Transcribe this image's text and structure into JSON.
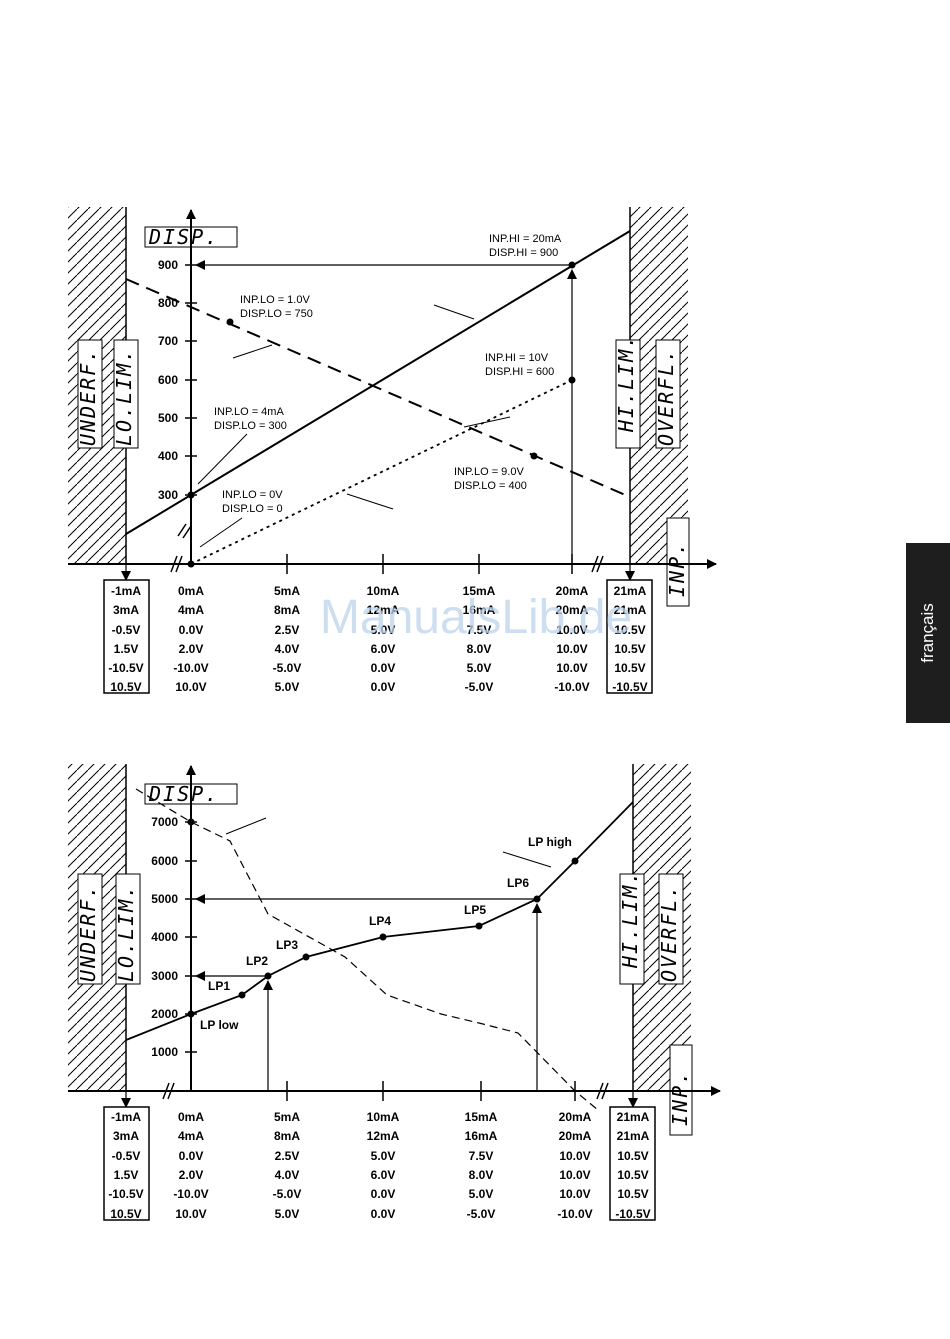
{
  "side_tab": "français",
  "watermark": "ManualsLib.de",
  "lcd": {
    "disp": "DISP.",
    "inp": "INP.",
    "underf": "UNDERF.",
    "lolim": "LO.LIM.",
    "hilim": "HI.LIM.",
    "overfl": "OVERFL."
  },
  "chart1": {
    "y_ticks": [
      "900",
      "800",
      "700",
      "600",
      "500",
      "400",
      "300"
    ],
    "annotations": {
      "a1": "INP.HI = 20mA",
      "a2": "DISP.HI = 900",
      "b1": "INP.LO = 1.0V",
      "b2": "DISP.LO = 750",
      "c1": "INP.HI = 10V",
      "c2": "DISP.HI = 600",
      "d1": "INP.LO = 4mA",
      "d2": "DISP.LO = 300",
      "e1": "INP.LO = 9.0V",
      "e2": "DISP.LO = 400",
      "f1": "INP.LO = 0V",
      "f2": "DISP.LO = 0"
    },
    "left_box": [
      "-1mA",
      "3mA",
      "-0.5V",
      "1.5V",
      "-10.5V",
      "10.5V"
    ],
    "columns": [
      [
        "0mA",
        "4mA",
        "0.0V",
        "2.0V",
        "-10.0V",
        "10.0V"
      ],
      [
        "5mA",
        "8mA",
        "2.5V",
        "4.0V",
        "-5.0V",
        "5.0V"
      ],
      [
        "10mA",
        "12mA",
        "5.0V",
        "6.0V",
        "0.0V",
        "0.0V"
      ],
      [
        "15mA",
        "16mA",
        "7.5V",
        "8.0V",
        "5.0V",
        "-5.0V"
      ],
      [
        "20mA",
        "20mA",
        "10.0V",
        "10.0V",
        "10.0V",
        "-10.0V"
      ]
    ],
    "right_box": [
      "21mA",
      "21mA",
      "10.5V",
      "10.5V",
      "10.5V",
      "-10.5V"
    ]
  },
  "chart2": {
    "y_ticks": [
      "7000",
      "6000",
      "5000",
      "4000",
      "3000",
      "2000",
      "1000"
    ],
    "points": {
      "lp_low": "LP low",
      "lp1": "LP1",
      "lp2": "LP2",
      "lp3": "LP3",
      "lp4": "LP4",
      "lp5": "LP5",
      "lp6": "LP6",
      "lp_high": "LP high"
    },
    "left_box": [
      "-1mA",
      "3mA",
      "-0.5V",
      "1.5V",
      "-10.5V",
      "10.5V"
    ],
    "columns": [
      [
        "0mA",
        "4mA",
        "0.0V",
        "2.0V",
        "-10.0V",
        "10.0V"
      ],
      [
        "5mA",
        "8mA",
        "2.5V",
        "4.0V",
        "-5.0V",
        "5.0V"
      ],
      [
        "10mA",
        "12mA",
        "5.0V",
        "6.0V",
        "0.0V",
        "0.0V"
      ],
      [
        "15mA",
        "16mA",
        "7.5V",
        "8.0V",
        "5.0V",
        "-5.0V"
      ],
      [
        "20mA",
        "20mA",
        "10.0V",
        "10.0V",
        "10.0V",
        "-10.0V"
      ]
    ],
    "right_box": [
      "21mA",
      "21mA",
      "10.5V",
      "10.5V",
      "10.5V",
      "-10.5V"
    ]
  }
}
